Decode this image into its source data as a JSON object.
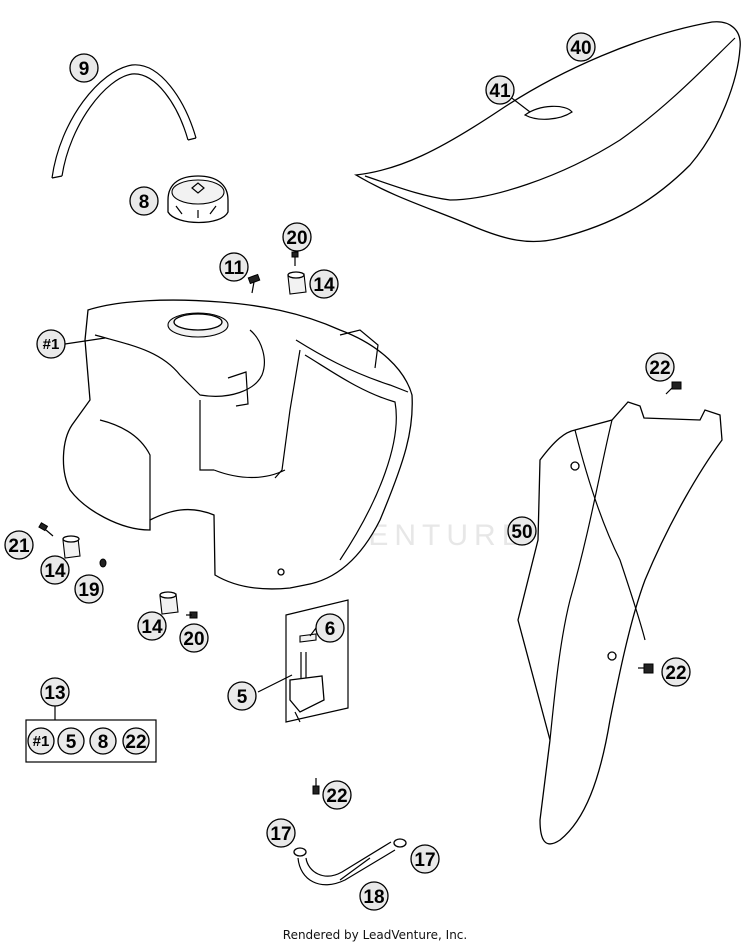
{
  "watermark": "LEADVENTURE",
  "footer": "Rendered by LeadVenture, Inc.",
  "callouts": {
    "c9": "9",
    "c8": "8",
    "c40": "40",
    "c41": "41",
    "c20a": "20",
    "c11": "11",
    "c14a": "14",
    "c1": "#1",
    "c22a": "22",
    "c50": "50",
    "c21": "21",
    "c14b": "14",
    "c19": "19",
    "c14c": "14",
    "c20b": "20",
    "c6": "6",
    "c5": "5",
    "c13": "13",
    "c22b": "22",
    "c22c": "22",
    "c17a": "17",
    "c17b": "17",
    "c18": "18"
  },
  "kit": [
    "#1",
    "5",
    "8",
    "22"
  ]
}
